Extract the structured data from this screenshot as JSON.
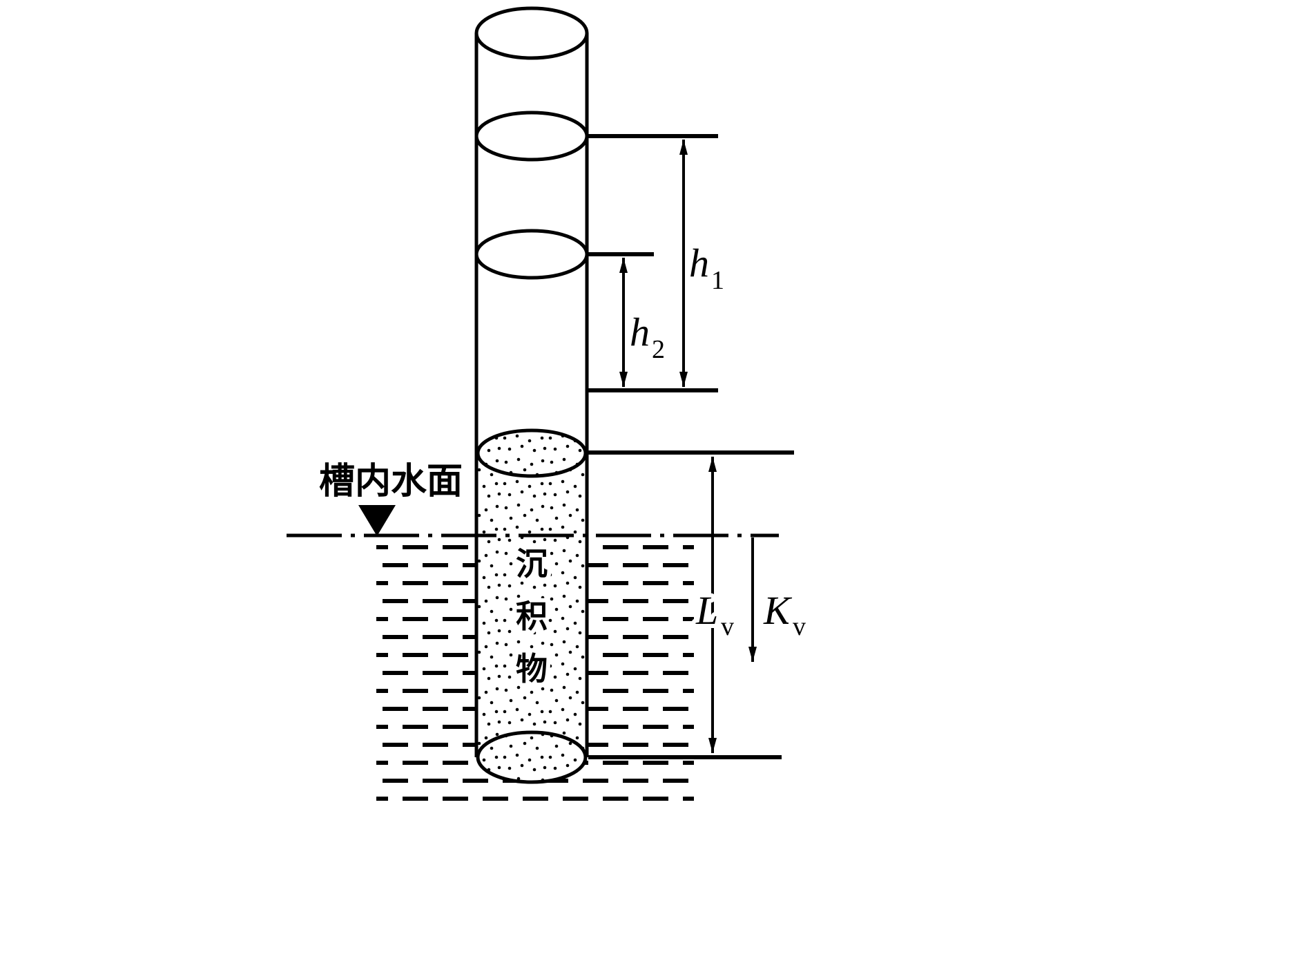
{
  "figure": {
    "water_surface_label": "槽内水面",
    "sediment_label_chars": [
      "沉",
      "积",
      "物"
    ],
    "dimensions": {
      "h1": {
        "base": "h",
        "sub": "1"
      },
      "h2": {
        "base": "h",
        "sub": "2"
      },
      "lv": {
        "base": "L",
        "sub": "v"
      },
      "kv": {
        "base": "K",
        "sub": "v"
      }
    },
    "colors": {
      "ink": "#000000",
      "paper": "#ffffff"
    }
  }
}
